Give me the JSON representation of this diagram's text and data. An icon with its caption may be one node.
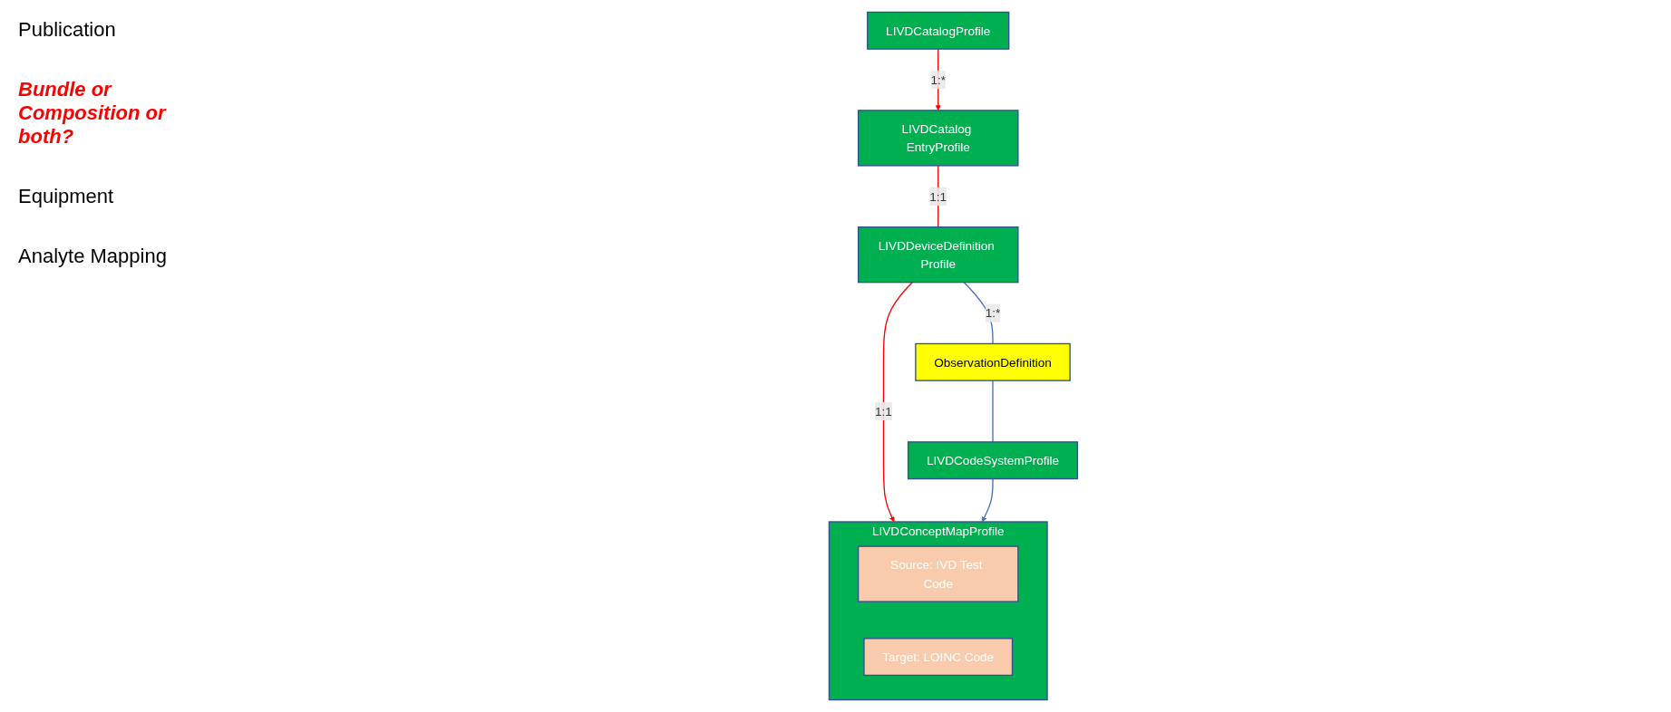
{
  "diagram": {
    "nodes": [
      {
        "text": [
          "LIVDCatalogProfile"
        ]
      },
      {
        "text": [
          "LIVDCatalog EntryProfile"
        ]
      },
      {
        "text": [
          "LIVDDeviceDefinition Profile"
        ]
      },
      {
        "text": [
          "ObservationDefinition"
        ]
      },
      {
        "text": [
          "LIVDConceptMapProfile"
        ]
      },
      {
        "text": [
          "Source: IVD Test Code"
        ],
        "in": 4
      },
      {
        "text": [
          "Target: LOINC Code"
        ],
        "in": 4
      },
      {
        "text": [
          "LIVDCodeSystemProfile"
        ]
      }
    ],
    "edges": [
      {
        "from": 0,
        "to": 1,
        "arrow": "to",
        "label": "1:*",
        "color": "#ff0000"
      },
      {
        "from": 1,
        "to": 2,
        "arrow": "none",
        "label": "1:1",
        "color": "#ff0000"
      },
      {
        "from": 2,
        "to": 3,
        "arrow": "none",
        "label": "1:*",
        "color": "#4472c4"
      },
      {
        "from": 2,
        "to": 4,
        "arrow": "to",
        "label": "1:1",
        "color": "#ff0000"
      },
      {
        "from": 3,
        "to": 7,
        "arrow": "none",
        "color": "#4472c4"
      },
      {
        "from": 7,
        "to": 4,
        "arrow": "to",
        "color": "#4472c4"
      }
    ],
    "labels": [
      "Publication",
      "Bundle or Composition or both?",
      "Equipment",
      "Analyte Mapping"
    ]
  }
}
